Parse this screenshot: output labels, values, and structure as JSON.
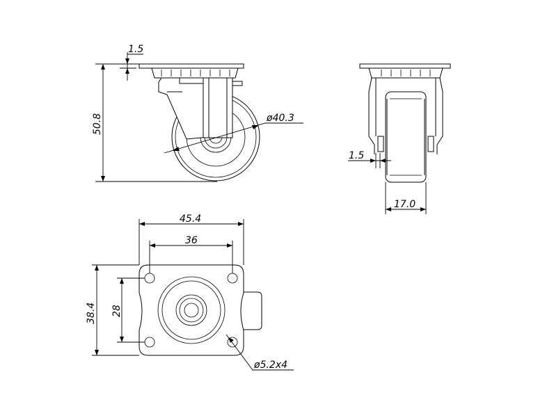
{
  "dimensions": {
    "plate_thickness": "1.5",
    "overall_height": "50.8",
    "wheel_diameter": "ø40.3",
    "side_gap": "1.5",
    "wheel_width": "17.0",
    "plate_width": "45.4",
    "hole_spacing_x": "36",
    "plate_depth": "38.4",
    "hole_spacing_y": "28",
    "mounting_holes": "ø5.2x4"
  }
}
